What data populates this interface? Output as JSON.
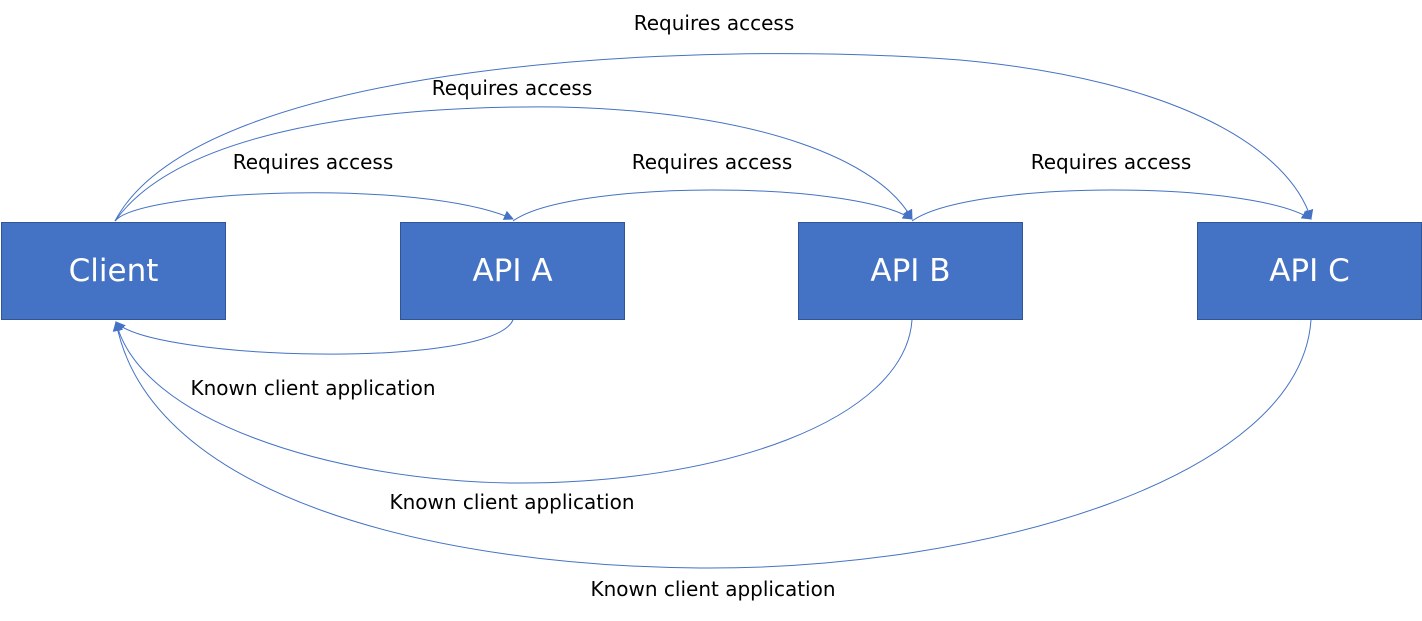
{
  "nodes": {
    "client": "Client",
    "api_a": "API A",
    "api_b": "API B",
    "api_c": "API C"
  },
  "edges": {
    "requires_access": [
      {
        "from": "Client",
        "to": "API C",
        "label": "Requires access"
      },
      {
        "from": "Client",
        "to": "API B",
        "label": "Requires access"
      },
      {
        "from": "Client",
        "to": "API A",
        "label": "Requires access"
      },
      {
        "from": "API A",
        "to": "API B",
        "label": "Requires access"
      },
      {
        "from": "API B",
        "to": "API C",
        "label": "Requires access"
      }
    ],
    "known_client": [
      {
        "from": "API A",
        "to": "Client",
        "label": "Known client application"
      },
      {
        "from": "API B",
        "to": "Client",
        "label": "Known client application"
      },
      {
        "from": "API C",
        "to": "Client",
        "label": "Known client application"
      }
    ]
  },
  "colors": {
    "node_fill": "#4472C4",
    "node_border": "#2F5597",
    "node_text": "#FFFFFF",
    "edge": "#4472C4",
    "label_text": "#000000"
  }
}
